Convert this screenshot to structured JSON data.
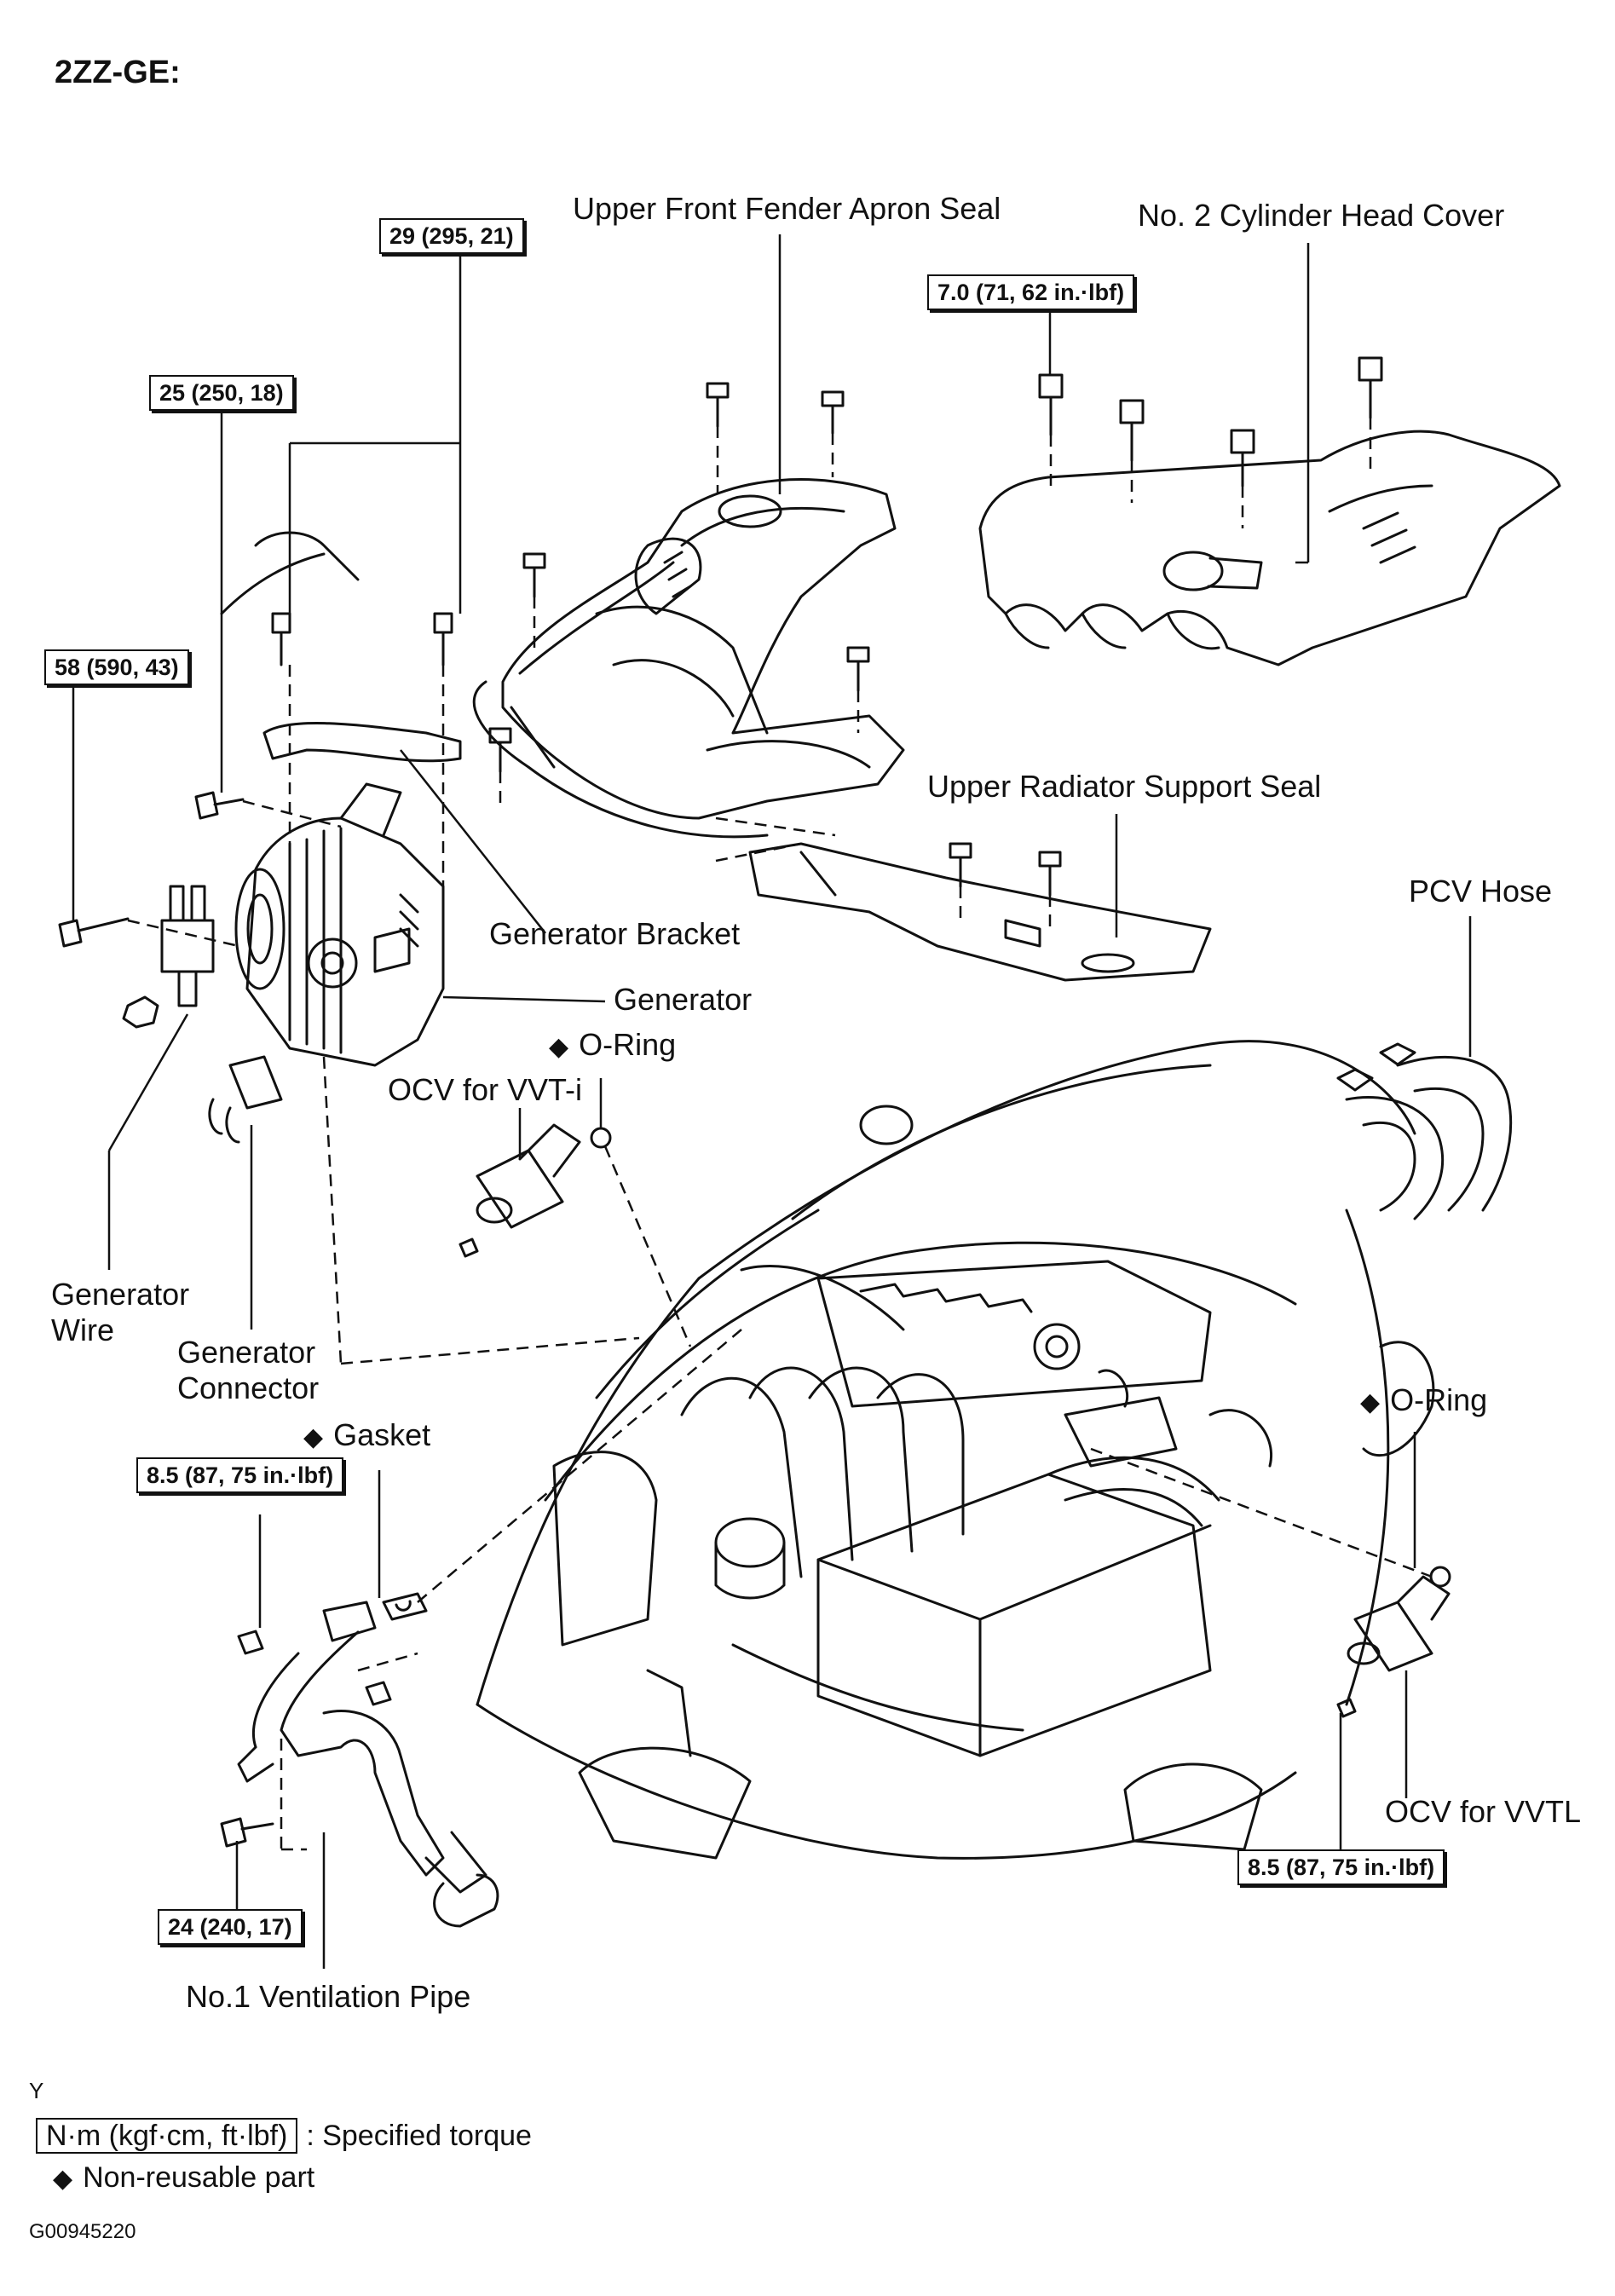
{
  "title": "2ZZ-GE:",
  "labels": {
    "fender_seal": "Upper Front Fender Apron Seal",
    "head_cover": "No. 2 Cylinder Head Cover",
    "radiator_seal": "Upper Radiator Support Seal",
    "pcv_hose": "PCV Hose",
    "gen_bracket": "Generator Bracket",
    "generator": "Generator",
    "oring_1": "O-Ring",
    "ocv_vvti": "OCV for VVT-i",
    "gen_wire_1": "Generator",
    "gen_wire_2": "Wire",
    "gen_conn_1": "Generator",
    "gen_conn_2": "Connector",
    "gasket": "Gasket",
    "oring_2": "O-Ring",
    "ocv_vvtl": "OCV for VVTL",
    "vent_pipe": "No.1 Ventilation Pipe"
  },
  "torques": {
    "t29": "29 (295, 21)",
    "t25": "25 (250, 18)",
    "t58": "58 (590, 43)",
    "t7": "7.0 (71, 62 in.·lbf)",
    "t85a": "8.5 (87, 75 in.·lbf)",
    "t24": "24 (240, 17)",
    "t85b": "8.5 (87, 75 in.·lbf)"
  },
  "symbols": {
    "non_reusable": "◆"
  },
  "legend": {
    "corner": "Y",
    "torque_unit": "N·m (kgf·cm, ft·lbf)",
    "torque_desc": ": Specified torque",
    "nonreuse_desc": "Non-reusable part"
  },
  "figure_id": "G00945220"
}
